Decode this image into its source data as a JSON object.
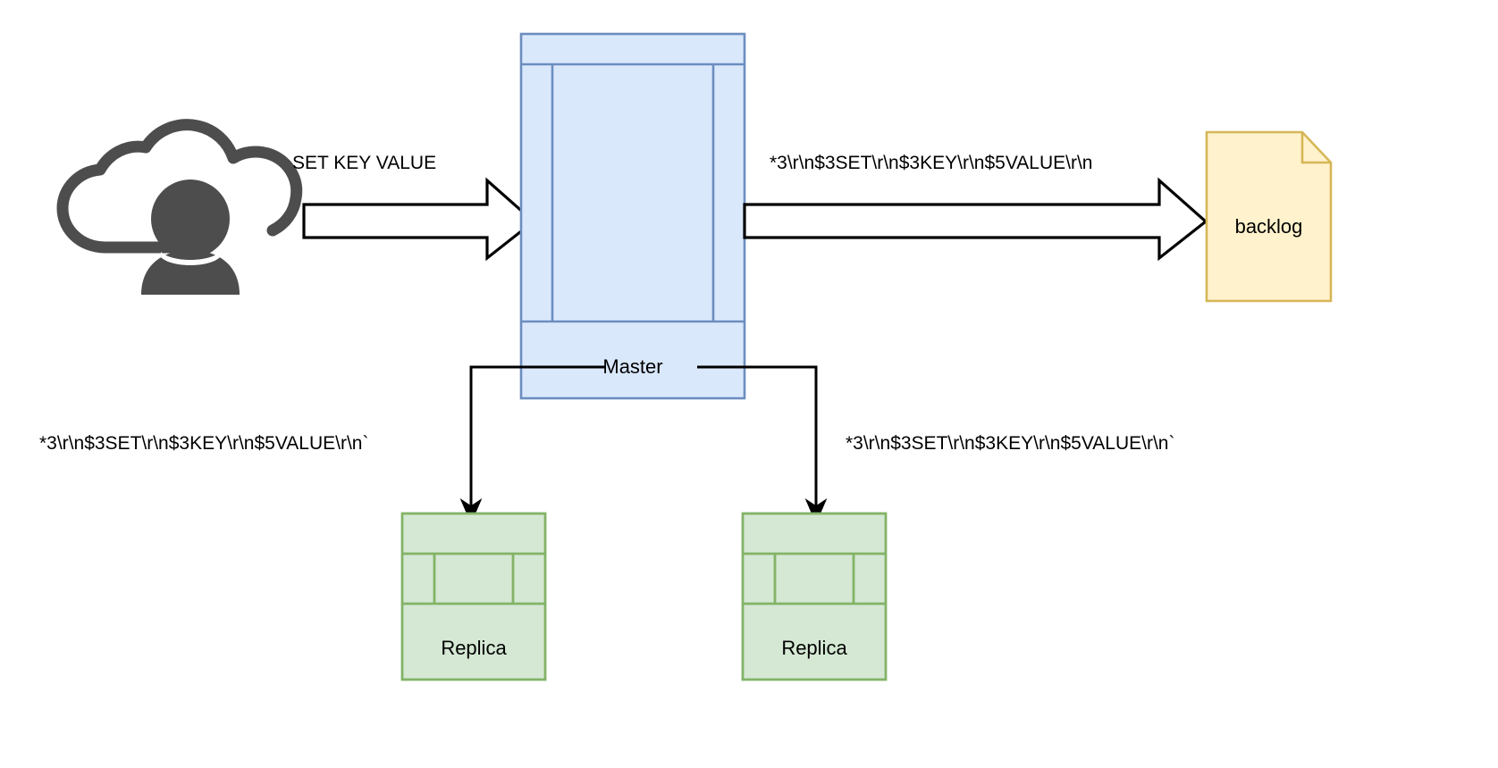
{
  "diagram": {
    "title": "Redis master-replica propagation diagram",
    "background": "#ffffff"
  },
  "palette": {
    "master_fill": "#dae8fc",
    "master_stroke": "#6c8ebf",
    "replica_fill": "#d5e8d4",
    "replica_stroke": "#82b366",
    "note_fill": "#fff2cc",
    "note_stroke": "#d6b656",
    "icon_gray": "#4d4d4d",
    "line_black": "#000000"
  },
  "actor": {
    "icon": "cloud-user-icon",
    "label": ""
  },
  "nodes": {
    "master": {
      "label": "Master",
      "shape": "process"
    },
    "replica_left": {
      "label": "Replica",
      "shape": "process"
    },
    "replica_right": {
      "label": "Replica",
      "shape": "process"
    },
    "backlog": {
      "label": "backlog",
      "shape": "note"
    }
  },
  "edges": {
    "client_to_master": {
      "label": "SET KEY VALUE",
      "style": "block-arrow"
    },
    "master_to_backlog": {
      "label": "*3\\r\\n$3SET\\r\\n$3KEY\\r\\n$5VALUE\\r\\n",
      "style": "block-arrow"
    },
    "master_to_replica_left": {
      "label": "*3\\r\\n$3SET\\r\\n$3KEY\\r\\n$5VALUE\\r\\n`",
      "style": "orthogonal-arrow"
    },
    "master_to_replica_right": {
      "label": "*3\\r\\n$3SET\\r\\n$3KEY\\r\\n$5VALUE\\r\\n`",
      "style": "orthogonal-arrow"
    }
  }
}
